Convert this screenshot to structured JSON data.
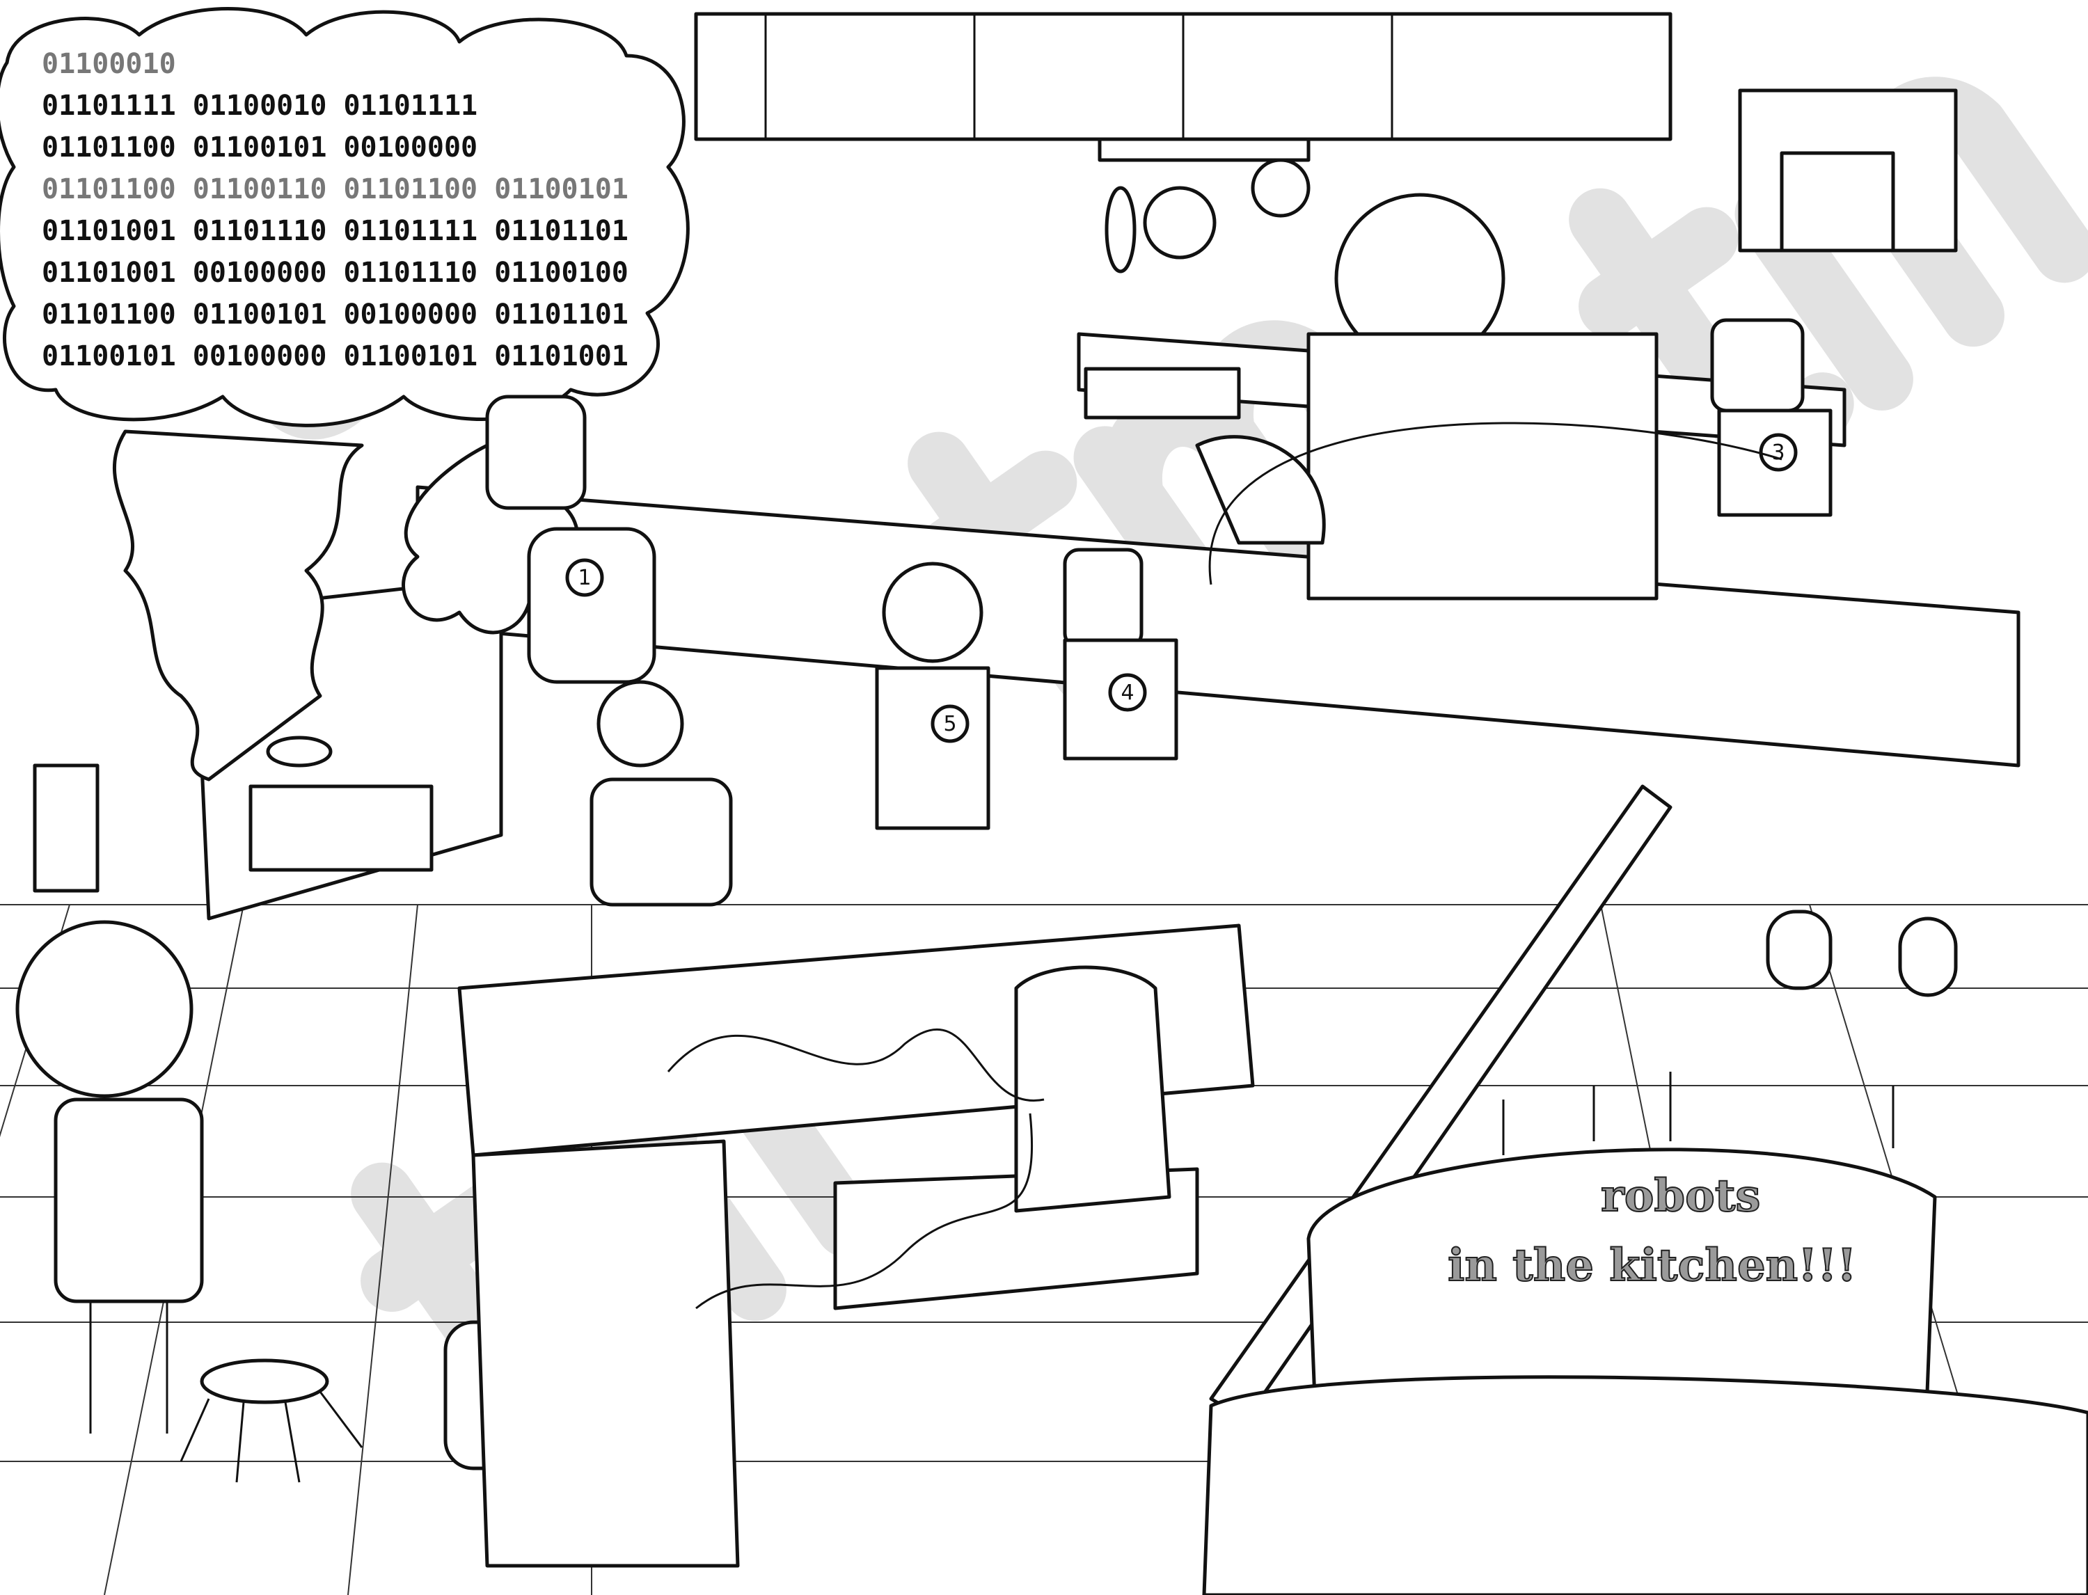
{
  "illustration": {
    "thought_cloud": {
      "lines": [
        "01100010",
        "01101111 01100010 01101111",
        "01101100 01100101 00100000",
        "01101100 01100110 01101100 01100101",
        "01101001 01101110 01101111 01101101",
        "01101001 00100000 01101110 01100100",
        "01101100 01100101 00100000 01101101",
        "01100101 00100000 01100101 01101001"
      ]
    },
    "cake": {
      "line1": "robots",
      "line2": "in the kitchen!!!"
    },
    "robot_numbers": [
      "1",
      "5",
      "4",
      "3"
    ],
    "watermark": "tm"
  }
}
